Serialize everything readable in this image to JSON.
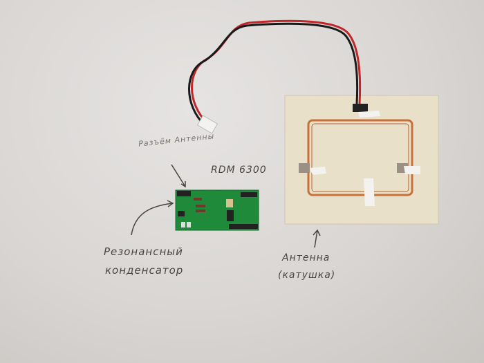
{
  "labels": {
    "connector": "Разъём Антенны",
    "module": "RDM 6300",
    "capacitor_line1": "Резонансный",
    "capacitor_line2": "конденсатор",
    "antenna_line1": "Антенна",
    "antenna_line2": "(катушка)"
  },
  "colors": {
    "paper": "#d9d6d3",
    "pcb": "#1f8a3a",
    "board_card": "#e8dfc8",
    "coil": "#c8703a",
    "wire_red": "#c0262a",
    "wire_black": "#1a1a1a"
  }
}
